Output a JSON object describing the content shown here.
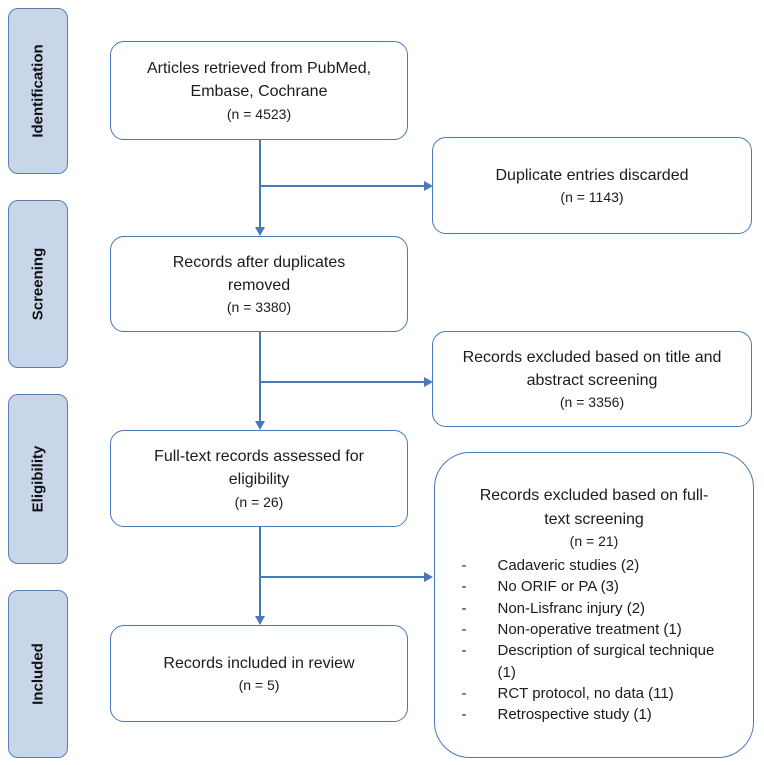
{
  "stages": [
    {
      "label": "Identification"
    },
    {
      "label": "Screening"
    },
    {
      "label": "Eligibility"
    },
    {
      "label": "Included"
    }
  ],
  "boxes": {
    "retrieved": {
      "lines": [
        "Articles retrieved from PubMed,",
        "Embase, Cochrane"
      ],
      "count": "(n = 4523)"
    },
    "duplicates": {
      "lines": [
        "Duplicate entries discarded"
      ],
      "count": "(n = 1143)"
    },
    "after_duplicates": {
      "lines": [
        "Records after duplicates",
        "removed"
      ],
      "count": "(n = 3380)"
    },
    "excluded_title": {
      "lines": [
        "Records excluded based on title and",
        "abstract screening"
      ],
      "count": "(n = 3356)"
    },
    "fulltext": {
      "lines": [
        "Full-text records assessed for",
        "eligibility"
      ],
      "count": "(n = 26)"
    },
    "excluded_fulltext": {
      "lines": [
        "Records excluded based on full-",
        "text screening"
      ],
      "count": "(n = 21)",
      "items": [
        {
          "dash": "-",
          "text": "Cadaveric studies (2)"
        },
        {
          "dash": "-",
          "text": "No ORIF or PA (3)"
        },
        {
          "dash": "-",
          "text": "Non-Lisfranc injury (2)"
        },
        {
          "dash": "-",
          "text": "Non-operative treatment (1)"
        },
        {
          "dash": "-",
          "text": "Description of surgical technique (1)"
        },
        {
          "dash": "-",
          "text": "RCT protocol, no data (11)"
        },
        {
          "dash": "-",
          "text": "Retrospective study (1)"
        }
      ]
    },
    "included": {
      "lines": [
        "Records included in review"
      ],
      "count": "(n = 5)"
    }
  }
}
